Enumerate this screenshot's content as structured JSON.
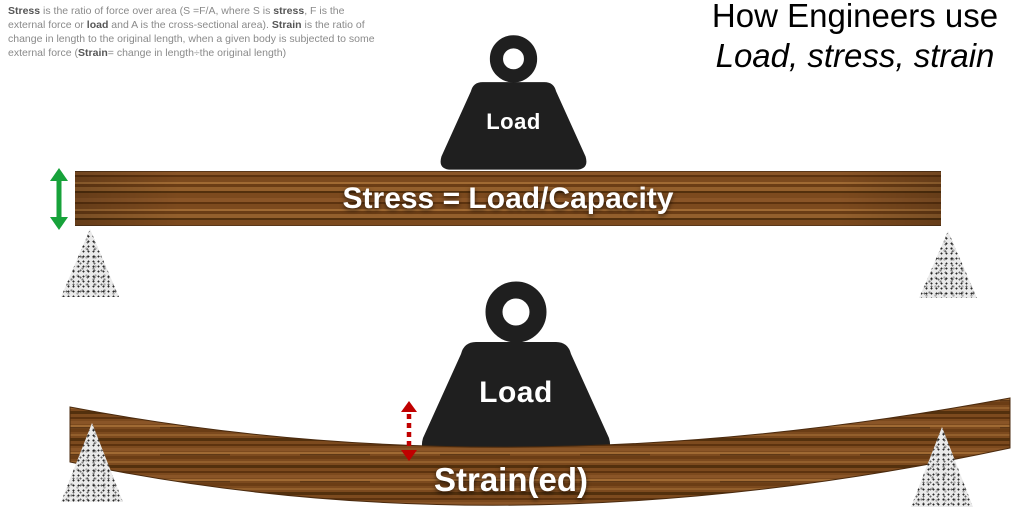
{
  "definition_text": {
    "segments": [
      {
        "text": "Stress",
        "bold": true
      },
      {
        "text": " is the ratio of force over area (S =F/A, where S is ",
        "bold": false
      },
      {
        "text": "stress",
        "bold": true
      },
      {
        "text": ", F is the external force or ",
        "bold": false
      },
      {
        "text": "load",
        "bold": true
      },
      {
        "text": " and A is the cross-sectional area).  ",
        "bold": false
      },
      {
        "text": "Strain",
        "bold": true
      },
      {
        "text": " is the ratio of change in length to the original length, when a given body is subjected to some external force (",
        "bold": false
      },
      {
        "text": "Strain",
        "bold": true
      },
      {
        "text": "= change in length÷the original length)",
        "bold": false
      }
    ]
  },
  "title": {
    "line1": "How Engineers use",
    "line2": "Load, stress, strain"
  },
  "stress_diagram": {
    "weight_label": "Load",
    "beam_label": "Stress = Load/Capacity"
  },
  "strain_diagram": {
    "weight_label": "Load",
    "beam_label": "Strain(ed)"
  },
  "colors": {
    "weight_black": "#1f1f1f",
    "stress_arrow_green": "#17a23a",
    "strain_arrow_red": "#c00000",
    "wood_brown": "#7c4a1e",
    "support_gray": "#eaeaea"
  }
}
